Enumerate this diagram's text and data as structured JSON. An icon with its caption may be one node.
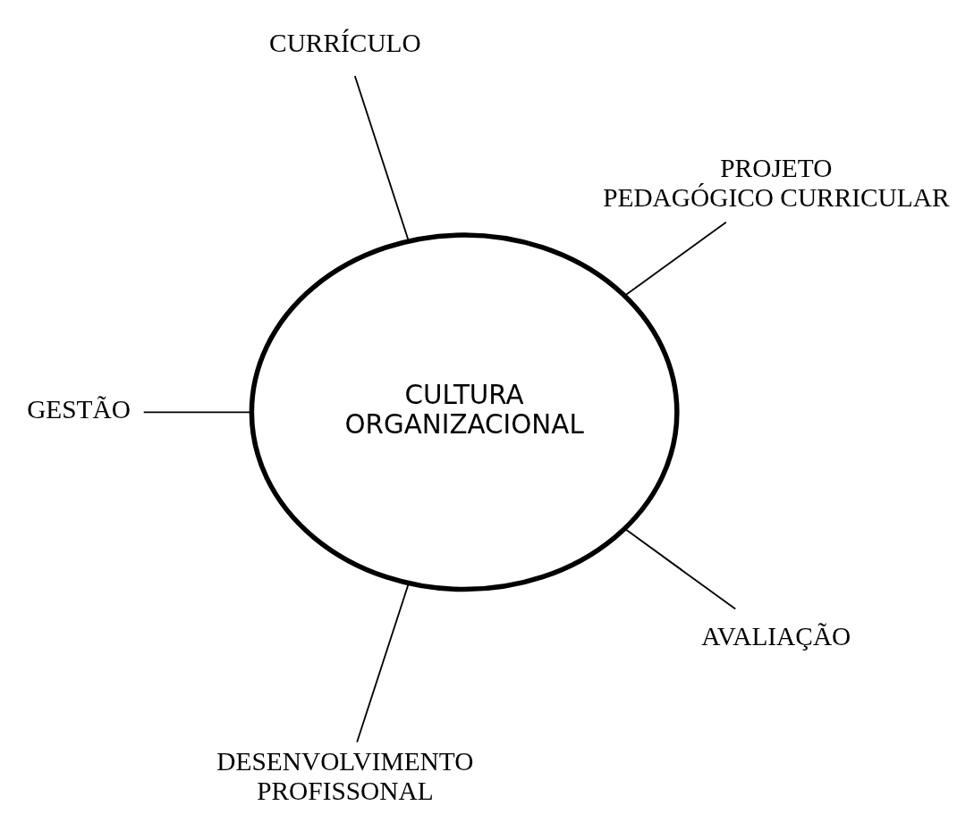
{
  "diagram": {
    "nodes": [
      {
        "text": [
          "PROJETO PEDAGÓGICO CURRICULAR"
        ]
      },
      {
        "text": [
          "CURRÍCULO"
        ]
      },
      {
        "text": [
          "GESTÃO"
        ]
      },
      {
        "text": [
          "CULTURA ORGANIZACIONAL"
        ]
      },
      {
        "text": [
          "DESENVOLVIMENTO PROFISSONAL"
        ]
      },
      {
        "text": [
          "AVALIAÇÃO"
        ]
      }
    ],
    "edges": [
      {
        "from": 0,
        "to": 3,
        "arrow": "none"
      },
      {
        "from": 1,
        "to": 3,
        "arrow": "none"
      },
      {
        "from": 2,
        "to": 3,
        "arrow": "none"
      },
      {
        "from": 4,
        "to": 3,
        "arrow": "none"
      },
      {
        "from": 5,
        "to": 3,
        "arrow": "none"
      }
    ]
  }
}
